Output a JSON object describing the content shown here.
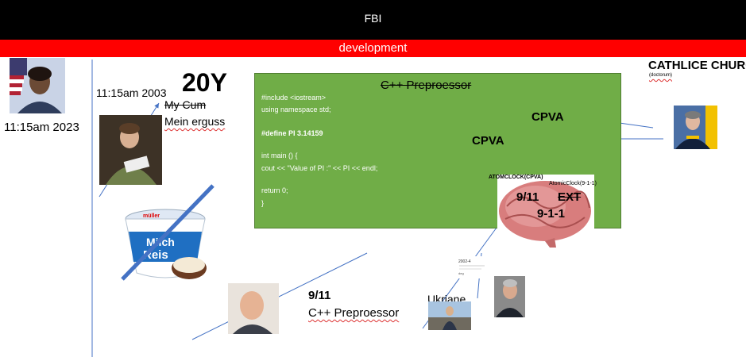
{
  "header": {
    "title": "FBI"
  },
  "banner": {
    "label": "development"
  },
  "left": {
    "timestamp": "11:15am 2023"
  },
  "mid": {
    "timestamp": "11:15am 2003",
    "big_label": "20Y",
    "struck_line_1": "My Cum",
    "struck_line_2": "Mein erguss"
  },
  "code": {
    "title": "C++ Preproessor",
    "lines": [
      "#include <iostream>",
      "using namespace std;",
      "",
      "#define PI 3.14159",
      "",
      "int main () {",
      "   cout << \"Value of PI :\" << PI << endl;",
      "",
      "   return 0;",
      "}"
    ]
  },
  "annotations": {
    "cpva_1": "CPVA",
    "cpva_2": "CPVA",
    "atomclock_1": "ATOMCLOCK(CPVA)",
    "atomclock_2": "AtomicClock(9-1-1)",
    "brain_911": "9/11",
    "brain_ext": "EXT",
    "brain_911b": "9-1-1",
    "bottom_911": "9/11",
    "bottom_title": "C++ Preproessor",
    "ukraine": "Ukriane",
    "mini_chart_label": "2002-4",
    "mini_chart_sub": "deg"
  },
  "right": {
    "title": "CATHLICE CHURCH",
    "sub": "(doctorum)"
  },
  "product": {
    "brand": "müller",
    "name_1": "Milch",
    "name_2": "Reis"
  },
  "colors": {
    "topbar": "#000000",
    "banner": "#ff0000",
    "codebox": "#70ad47",
    "arrows": "#4472c4"
  }
}
